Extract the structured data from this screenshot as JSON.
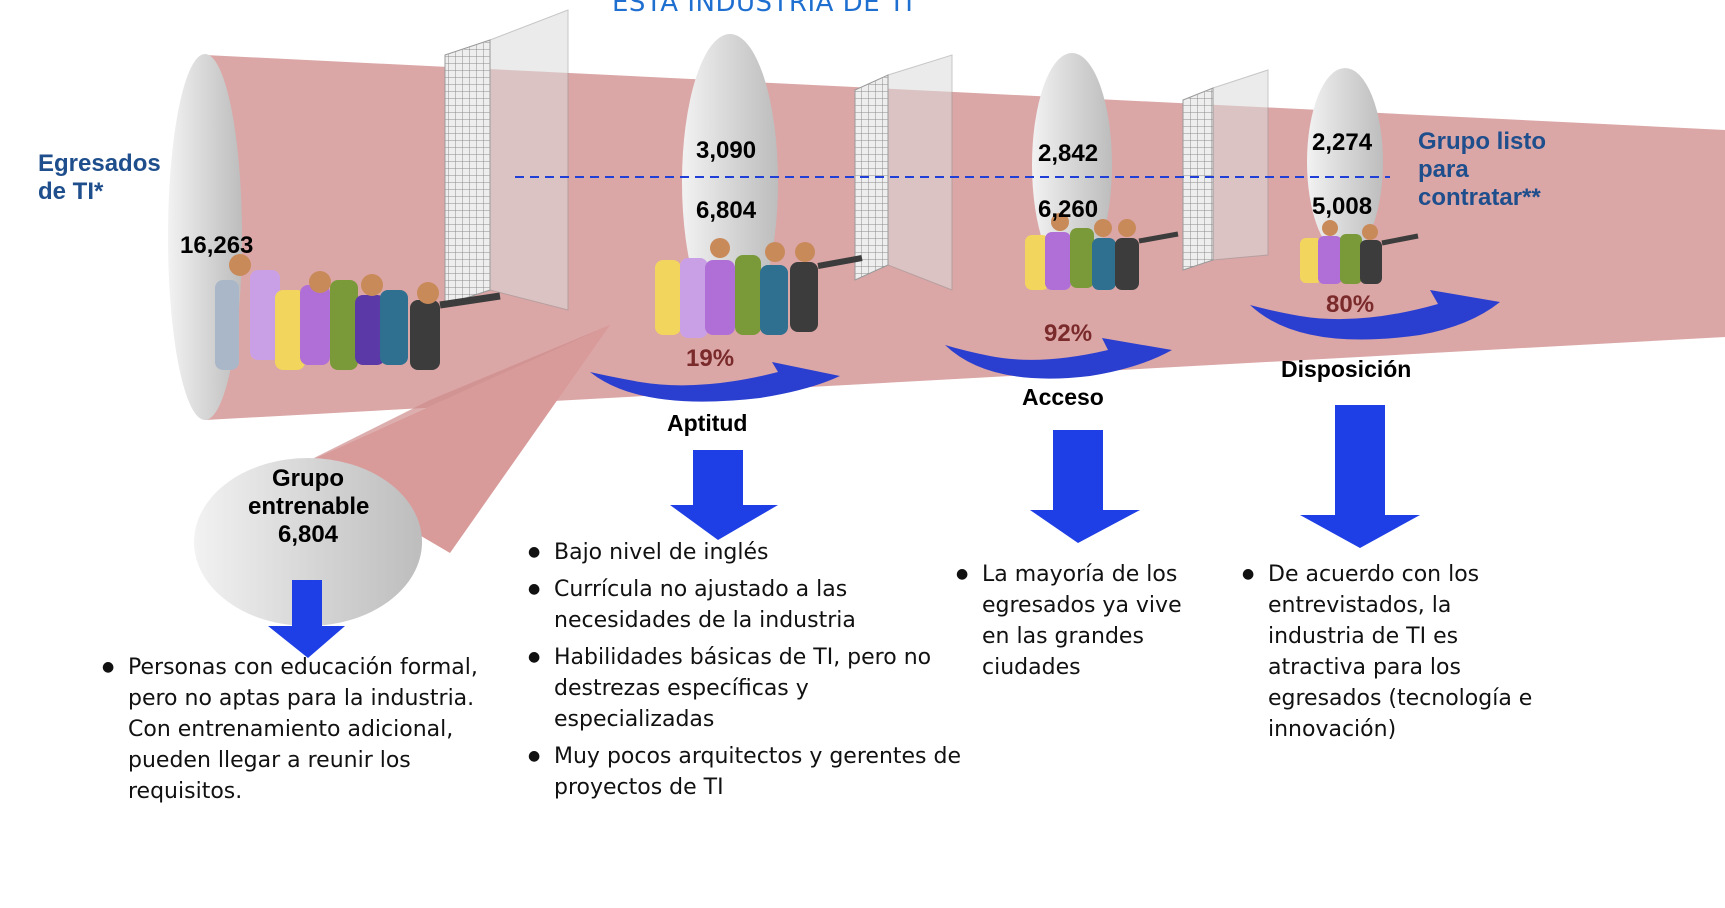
{
  "title": "ESTA INDUSTRIA DE TI",
  "left_label": "Egresados de TI*",
  "right_label": "Grupo listo para contratar**",
  "total": "16,263",
  "stages": [
    {
      "top": "3,090",
      "bottom": "6,804",
      "percent": "19%",
      "name": "Aptitud"
    },
    {
      "top": "2,842",
      "bottom": "6,260",
      "percent": "92%",
      "name": "Acceso"
    },
    {
      "top": "2,274",
      "bottom": "5,008",
      "percent": "80%",
      "name": "Disposición"
    }
  ],
  "trainable": {
    "line1": "Grupo",
    "line2": "entrenable",
    "value": "6,804"
  },
  "notes": {
    "trainable": [
      "Personas con educación formal, pero no aptas para la industria. Con entrenamiento adicional, pueden llegar a reunir los requisitos."
    ],
    "aptitud": [
      "Bajo nivel de inglés",
      "Currícula no ajustado a las necesidades de la industria",
      "Habilidades básicas de TI, pero no destrezas específicas y especializadas",
      "Muy pocos arquitectos y gerentes de proyectos de TI"
    ],
    "acceso": [
      "La mayoría de los egresados ya vive en las grandes ciudades"
    ],
    "disposicion": [
      "De acuerdo con los entrevistados, la industria de TI es atractiva para los egresados (tecnología e innovación)"
    ]
  },
  "colors": {
    "funnel": "#dba6a6",
    "funnel_edge": "#c98f8f",
    "ellipse": "#d9d9d9",
    "arrow": "#1f3fe6",
    "arc": "#2a3fd0",
    "title": "#1f6fd0"
  }
}
